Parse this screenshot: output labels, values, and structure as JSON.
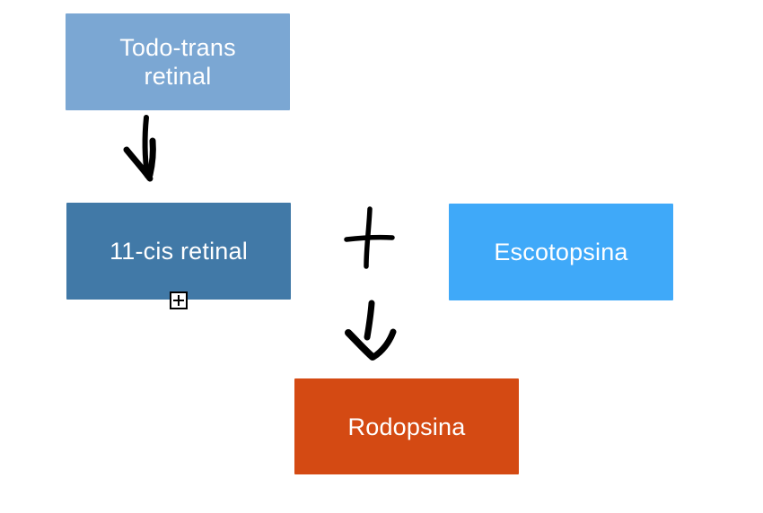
{
  "diagram": {
    "background": "#ffffff",
    "ink_color": "#000000",
    "nodes": {
      "todo_trans": {
        "label": "Todo-trans\nretinal",
        "color": "#7BA7D3",
        "text_color": "#FFFFFF"
      },
      "cis_retinal": {
        "label": "11-cis retinal",
        "color": "#4179A7",
        "text_color": "#FFFFFF"
      },
      "escotopsina": {
        "label": "Escotopsina",
        "color": "#3FA9F9",
        "text_color": "#FFFFFF"
      },
      "rodopsina": {
        "label": "Rodopsina",
        "color": "#D44A13",
        "text_color": "#FFFFFF"
      }
    },
    "relations": [
      {
        "type": "arrow",
        "from": "Todo-trans retinal",
        "to": "11-cis retinal"
      },
      {
        "type": "plus",
        "combine": [
          "11-cis retinal",
          "Escotopsina"
        ]
      },
      {
        "type": "arrow",
        "from": "11-cis retinal + Escotopsina",
        "to": "Rodopsina"
      }
    ],
    "icons": {
      "plus_cursor": "boxed-plus"
    }
  }
}
